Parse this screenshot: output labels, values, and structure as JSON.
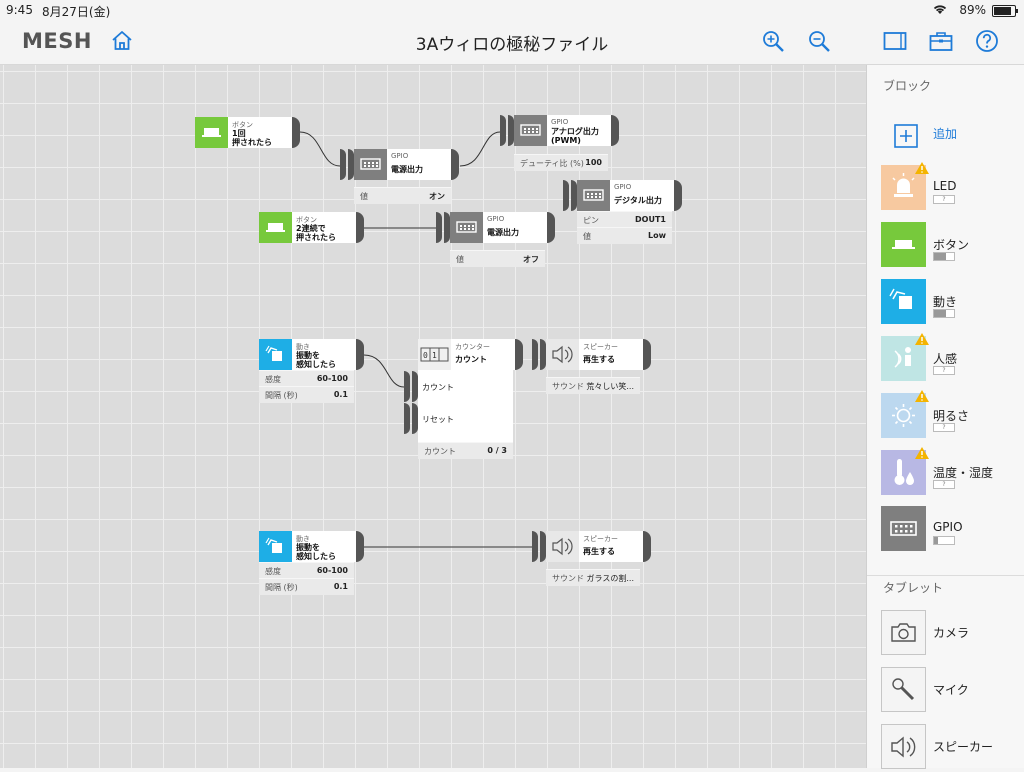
{
  "status": {
    "time": "9:45",
    "date": "8月27日(金)",
    "battery": "89%"
  },
  "app": {
    "logo": "MESH",
    "title": "3Aウィロの極秘ファイル"
  },
  "blocks": {
    "b1": {
      "type": "ボタン",
      "action": "1回\n押されたら"
    },
    "g1": {
      "type": "GPIO",
      "action": "電源出力",
      "param_label": "値",
      "param_value": "オン"
    },
    "g2": {
      "type": "GPIO",
      "action": "アナログ出力\n(PWM)",
      "param_label": "デューティ比 (%)",
      "param_value": "100"
    },
    "g3": {
      "type": "GPIO",
      "action": "デジタル出力",
      "param1_label": "ピン",
      "param1_value": "DOUT1",
      "param2_label": "値",
      "param2_value": "Low"
    },
    "b2": {
      "type": "ボタン",
      "action": "2連続で\n押されたら"
    },
    "g4": {
      "type": "GPIO",
      "action": "電源出力",
      "param_label": "値",
      "param_value": "オフ"
    },
    "m1": {
      "type": "動き",
      "action": "振動を\n感知したら",
      "param1_label": "感度",
      "param1_value": "60-100",
      "param2_label": "間隔 (秒)",
      "param2_value": "0.1"
    },
    "c1": {
      "type": "カウンター",
      "action": "カウント",
      "row1": "カウント",
      "row2": "リセット",
      "param_label": "カウント",
      "param_value": "0 / 3"
    },
    "s1": {
      "type": "スピーカー",
      "action": "再生する",
      "param_label": "サウンド",
      "param_value": "荒々しい笑..."
    },
    "m2": {
      "type": "動き",
      "action": "振動を\n感知したら",
      "param1_label": "感度",
      "param1_value": "60-100",
      "param2_label": "間隔 (秒)",
      "param2_value": "0.1"
    },
    "s2": {
      "type": "スピーカー",
      "action": "再生する",
      "param_label": "サウンド",
      "param_value": "ガラスの割..."
    }
  },
  "sidebar": {
    "blocks_header": "ブロック",
    "add_label": "追加",
    "items": [
      {
        "label": "LED",
        "battery": "?",
        "color": "#f7c9a0"
      },
      {
        "label": "ボタン",
        "battery": "",
        "color": "#77c93c"
      },
      {
        "label": "動き",
        "battery": "",
        "color": "#1eaee6"
      },
      {
        "label": "人感",
        "battery": "?",
        "color": "#bfe5e4"
      },
      {
        "label": "明るさ",
        "battery": "?",
        "color": "#bcd8ef"
      },
      {
        "label": "温度・湿度",
        "battery": "?",
        "color": "#b8b8e4"
      },
      {
        "label": "GPIO",
        "battery": "",
        "color": "#7f7f7f"
      }
    ],
    "tablet_header": "タブレット",
    "tablet_items": [
      {
        "label": "カメラ"
      },
      {
        "label": "マイク"
      },
      {
        "label": "スピーカー"
      }
    ]
  }
}
